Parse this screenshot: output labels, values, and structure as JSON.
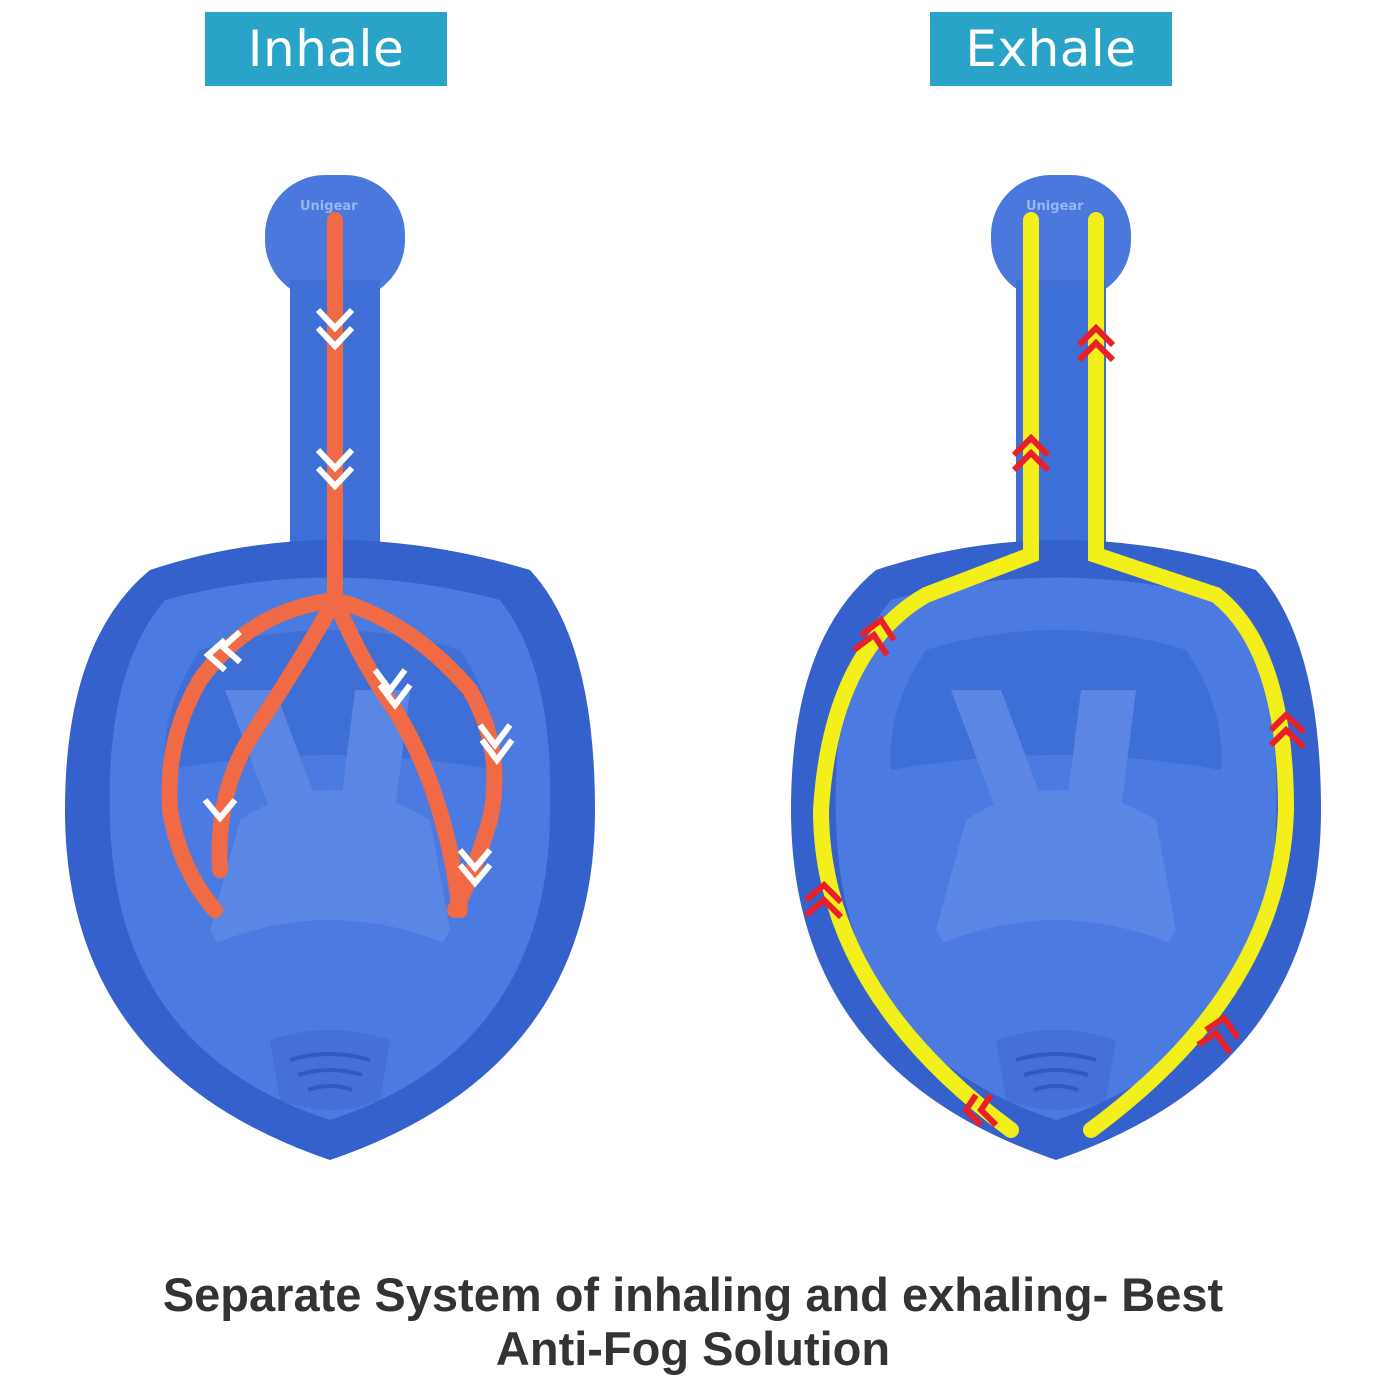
{
  "labels": {
    "inhale": "Inhale",
    "exhale": "Exhale"
  },
  "brand": "Unigear",
  "caption": {
    "line1": "Separate System of inhaling and exhaling- Best",
    "line2": "Anti-Fog Solution"
  },
  "colors": {
    "label_bg": "#2aa3c9",
    "mask_blue": "#3d6fd6",
    "mask_dark": "#2c55b8",
    "mask_light": "#6e94ec",
    "inhale_path": "#f06a45",
    "exhale_path": "#f2ef1a",
    "exhale_arrow": "#e8202a",
    "caption_text": "#333333"
  },
  "icons": {
    "inhale_arrows": "chevron-down-icon",
    "exhale_arrows": "chevron-up-icon"
  }
}
